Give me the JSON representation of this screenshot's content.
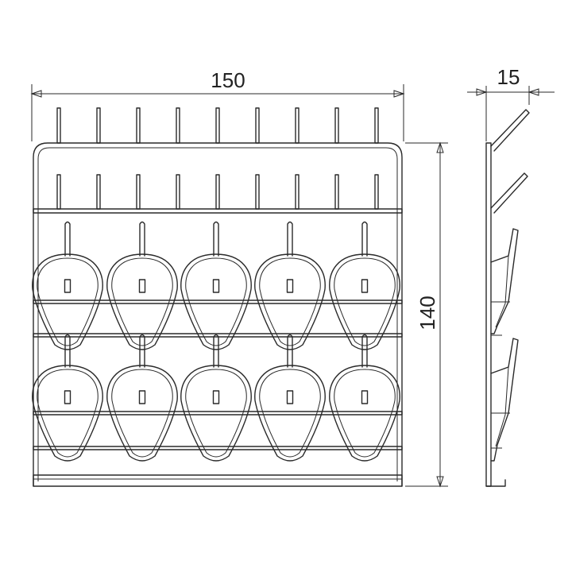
{
  "dimensions": {
    "width": "150",
    "height": "140",
    "depth": "15"
  },
  "colors": {
    "line": "#2a2a2a",
    "background": "#ffffff"
  }
}
